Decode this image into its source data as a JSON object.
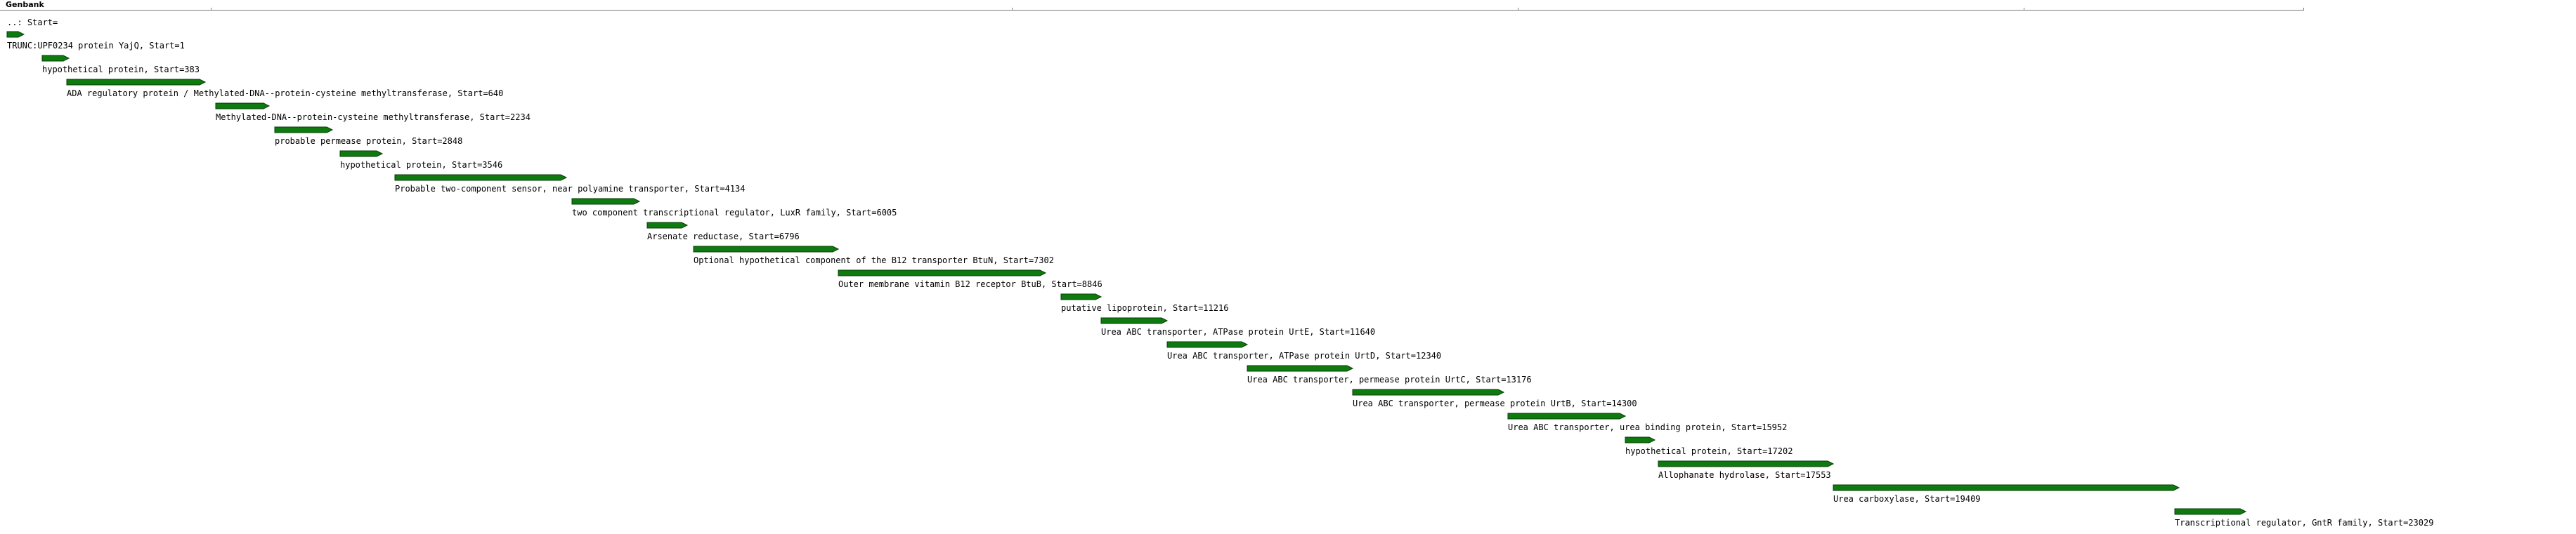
{
  "track": {
    "title": "Genbank",
    "partial_label": "..: Start="
  },
  "colors": {
    "arrow_fill": "#0f7a0f",
    "arrow_stroke": "#063d06",
    "ruler": "#7a7a7a",
    "text": "#000000"
  },
  "features": [
    {
      "label": "TRUNC:UPF0234 protein YajQ, Start=1"
    },
    {
      "label": "hypothetical protein, Start=383"
    },
    {
      "label": "ADA regulatory protein / Methylated-DNA--protein-cysteine methyltransferase, Start=640"
    },
    {
      "label": "Methylated-DNA--protein-cysteine methyltransferase, Start=2234"
    },
    {
      "label": "probable permease protein, Start=2848"
    },
    {
      "label": "hypothetical protein, Start=3546"
    },
    {
      "label": "Probable two-component sensor, near polyamine transporter, Start=4134"
    },
    {
      "label": "two component transcriptional regulator, LuxR family, Start=6005"
    },
    {
      "label": "Arsenate reductase, Start=6796"
    },
    {
      "label": "Optional hypothetical component of the B12 transporter BtuN, Start=7302"
    },
    {
      "label": "Outer membrane vitamin B12 receptor BtuB, Start=8846"
    },
    {
      "label": "putative lipoprotein, Start=11216"
    },
    {
      "label": "Urea ABC transporter, ATPase protein UrtE, Start=11640"
    },
    {
      "label": "Urea ABC transporter, ATPase protein UrtD, Start=12340"
    },
    {
      "label": "Urea ABC transporter, permease protein UrtC, Start=13176"
    },
    {
      "label": "Urea ABC transporter, permease protein UrtB, Start=14300"
    },
    {
      "label": "Urea ABC transporter, urea binding protein, Start=15952"
    },
    {
      "label": "hypothetical protein, Start=17202"
    },
    {
      "label": "Allophanate hydrolase, Start=17553"
    },
    {
      "label": "Urea carboxylase, Start=19409"
    },
    {
      "label": "Transcriptional regulator, GntR family, Start=23029"
    }
  ]
}
